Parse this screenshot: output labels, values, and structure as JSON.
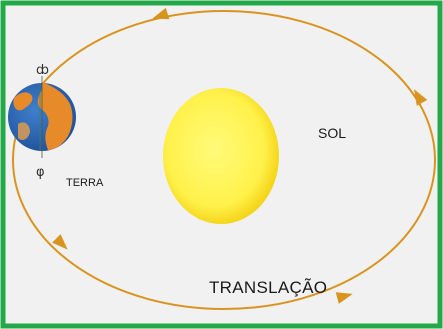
{
  "labels": {
    "sun": "SOL",
    "earth": "TERRA",
    "motion": "TRANSLAÇÃO"
  },
  "symbols": {
    "axis_top": "ȸ",
    "axis_bottom": "φ"
  },
  "icons": {
    "sun": "sun-icon",
    "earth": "earth-globe-icon",
    "direction": "arrowhead-icon"
  },
  "colors": {
    "frame": "#23a84a",
    "background": "#f1f1f1",
    "orbit": "#d9941f",
    "sun_core": "#fffb7a",
    "sun_edge": "#f1cc0a",
    "ocean": "#2f64b3",
    "land": "#e78a2a"
  }
}
